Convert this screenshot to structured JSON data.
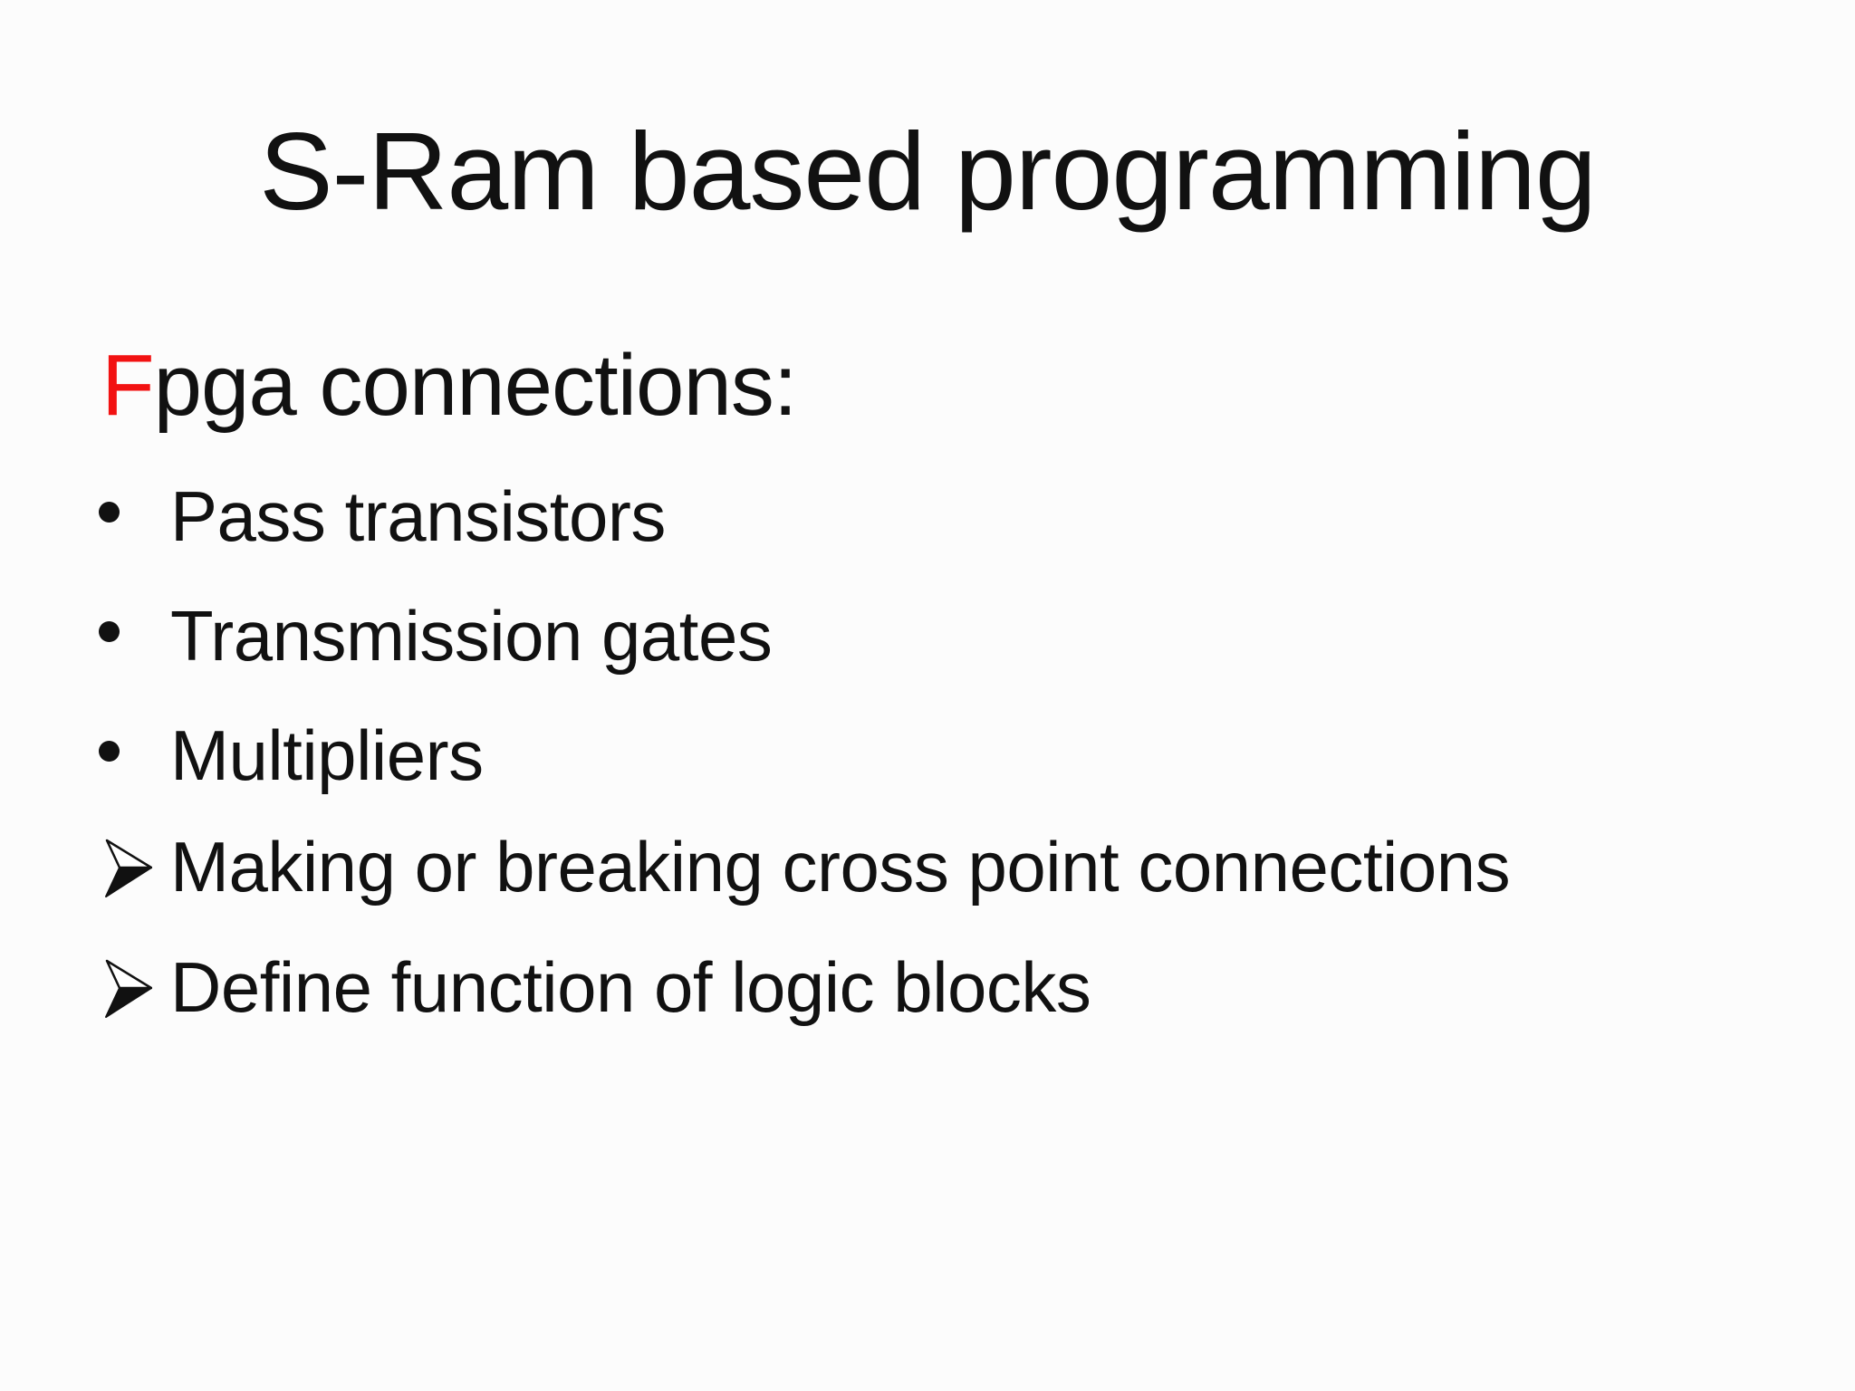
{
  "slide": {
    "title": "S-Ram based programming",
    "heading": {
      "lead": "F",
      "rest": "pga connections:"
    },
    "bullet_items": [
      "Pass transistors",
      "Transmission gates",
      "Multipliers"
    ],
    "arrow_items": [
      "Making or breaking cross point connections",
      "Define function of logic blocks"
    ],
    "icons": {
      "bullet": "round-dot",
      "arrow": "three-d-rightwards-arrowhead"
    },
    "colors": {
      "lead_red": "#f21212",
      "text": "#111111",
      "background": "#fcfcfc"
    }
  }
}
